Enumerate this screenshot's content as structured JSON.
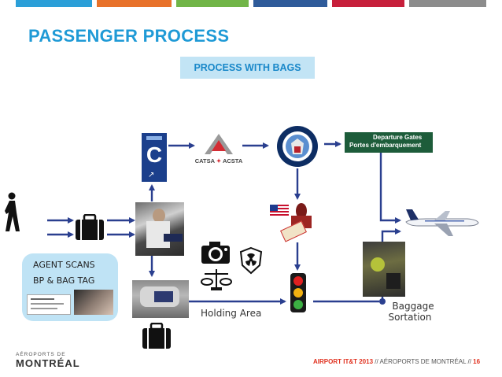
{
  "header": {
    "title": "PASSENGER PROCESS",
    "subtitle": "PROCESS WITH BAGS",
    "color_bars": [
      "#2b9fd8",
      "#e8722a",
      "#71b548",
      "#2f5b9a",
      "#c71f3b",
      "#8c8c8c"
    ]
  },
  "diagram": {
    "holding_area_label": "Holding Area",
    "baggage_label_line1": "Baggage",
    "baggage_label_line2": "Sortation",
    "agent_box_line1": "AGENT SCANS",
    "agent_box_line2": "BP & BAG TAG",
    "catsa_label": "CATSA",
    "acsta_label": "ACSTA",
    "checkin_letter": "C",
    "departure_sign_line1": "Departure Gates",
    "departure_sign_line2": "Portes d'embarquement",
    "arrow_color": "#2a3f8f",
    "accent_color": "#1f9ad6"
  },
  "footer": {
    "event": "AIRPORT IT&T 2013",
    "separator1": " // ",
    "org": "AÉROPORTS DE MONTRÉAL",
    "separator2": " // ",
    "page": "16",
    "logo_line1": "AÉROPORTS DE",
    "logo_line2": "MONTRÉAL"
  }
}
